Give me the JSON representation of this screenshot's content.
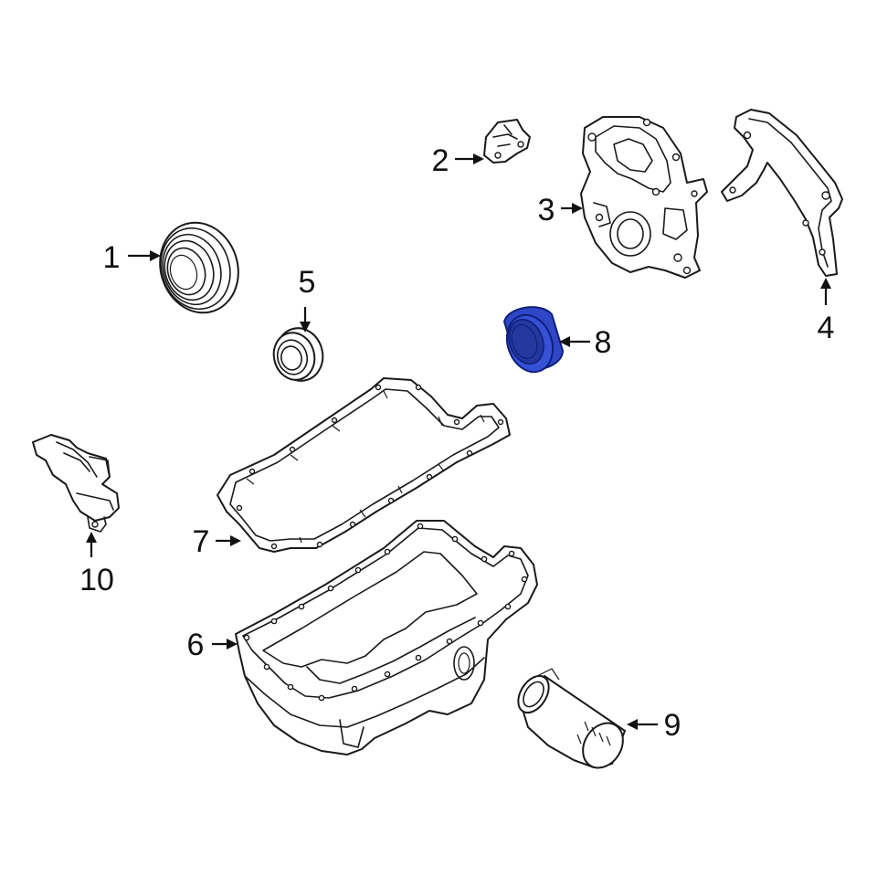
{
  "diagram": {
    "highlight_color": "#2f47c6",
    "line_color": "#1a1a1a",
    "callouts": [
      {
        "id": "1",
        "label": "1",
        "part": "crankshaft-pulley"
      },
      {
        "id": "2",
        "label": "2",
        "part": "bracket"
      },
      {
        "id": "3",
        "label": "3",
        "part": "timing-cover"
      },
      {
        "id": "4",
        "label": "4",
        "part": "timing-cover-gasket"
      },
      {
        "id": "5",
        "label": "5",
        "part": "crankshaft-seal"
      },
      {
        "id": "6",
        "label": "6",
        "part": "oil-pan"
      },
      {
        "id": "7",
        "label": "7",
        "part": "oil-pan-gasket"
      },
      {
        "id": "8",
        "label": "8",
        "part": "highlighted-seal-ring"
      },
      {
        "id": "9",
        "label": "9",
        "part": "oil-filter"
      },
      {
        "id": "10",
        "label": "10",
        "part": "fuel-pump"
      }
    ]
  }
}
